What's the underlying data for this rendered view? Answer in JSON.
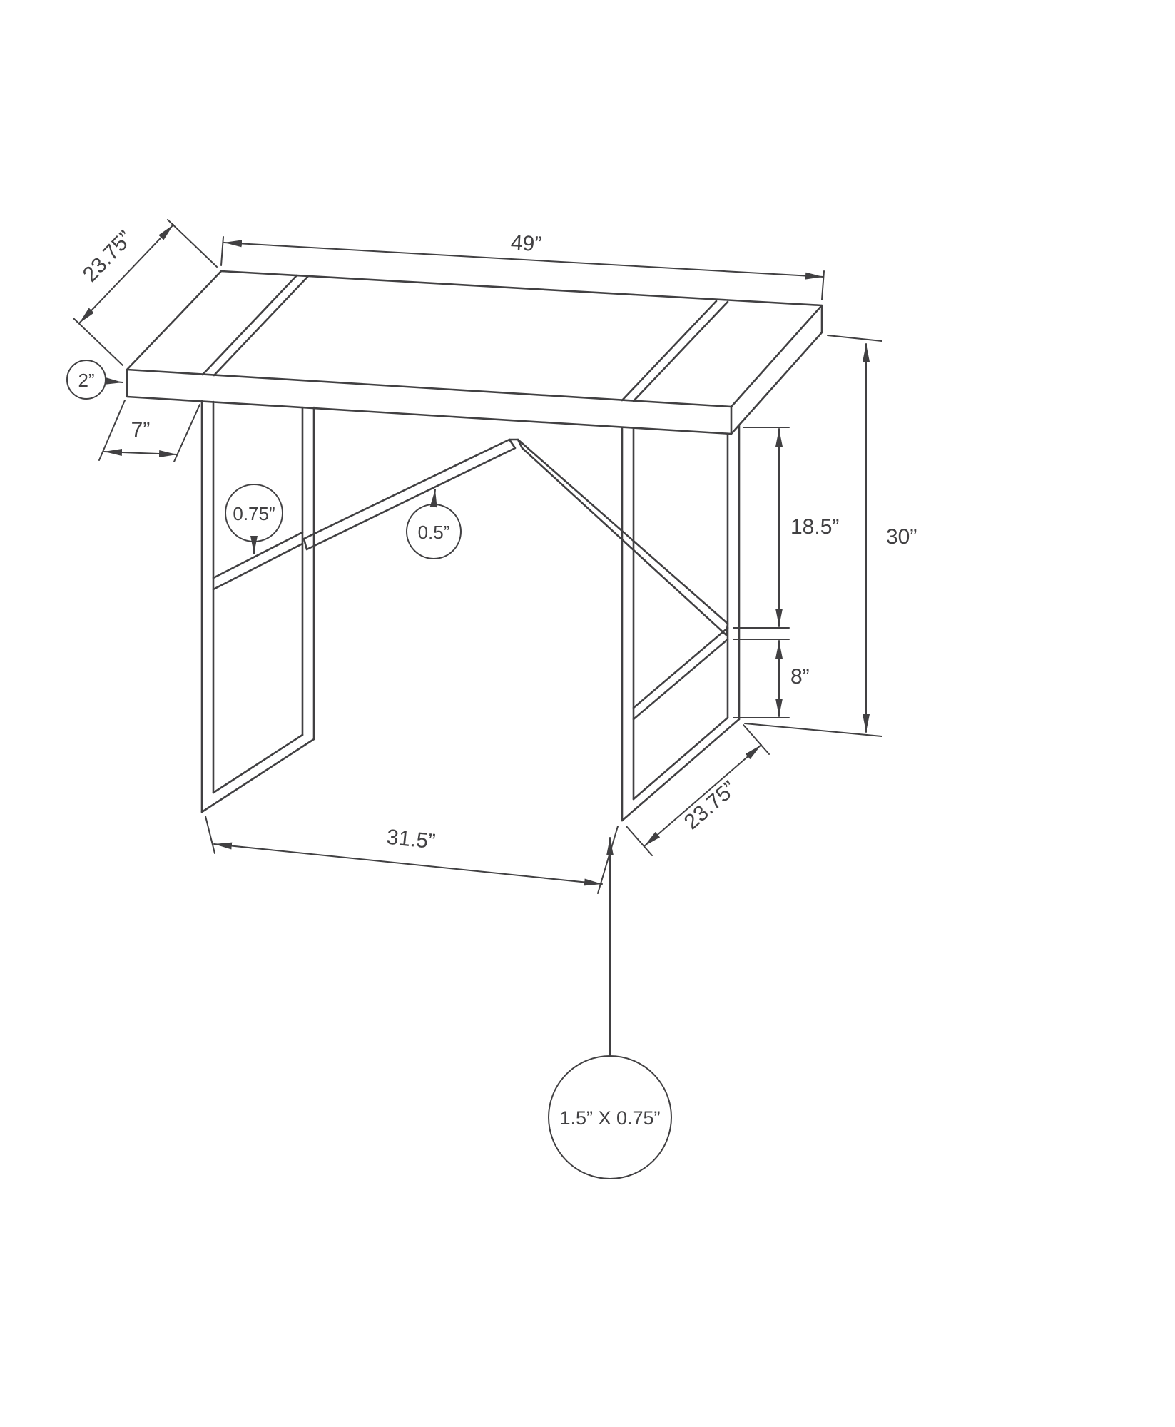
{
  "diagram": {
    "type": "furniture-dimension-drawing",
    "subject": "computer desk with metal leg frames and V-brace",
    "stroke_color": "#414042",
    "background_color": "#ffffff",
    "dimensions": {
      "top_depth": "23.75”",
      "top_length": "49”",
      "top_thickness": "2”",
      "top_overhang": "7”",
      "shelf_thickness": "0.75”",
      "brace_thickness": "0.5”",
      "upper_leg_opening": "18.5”",
      "overall_height": "30”",
      "lower_leg_opening": "8”",
      "leg_span": "31.5”",
      "leg_depth": "23.75”",
      "tube_profile": "1.5” X 0.75”"
    }
  }
}
